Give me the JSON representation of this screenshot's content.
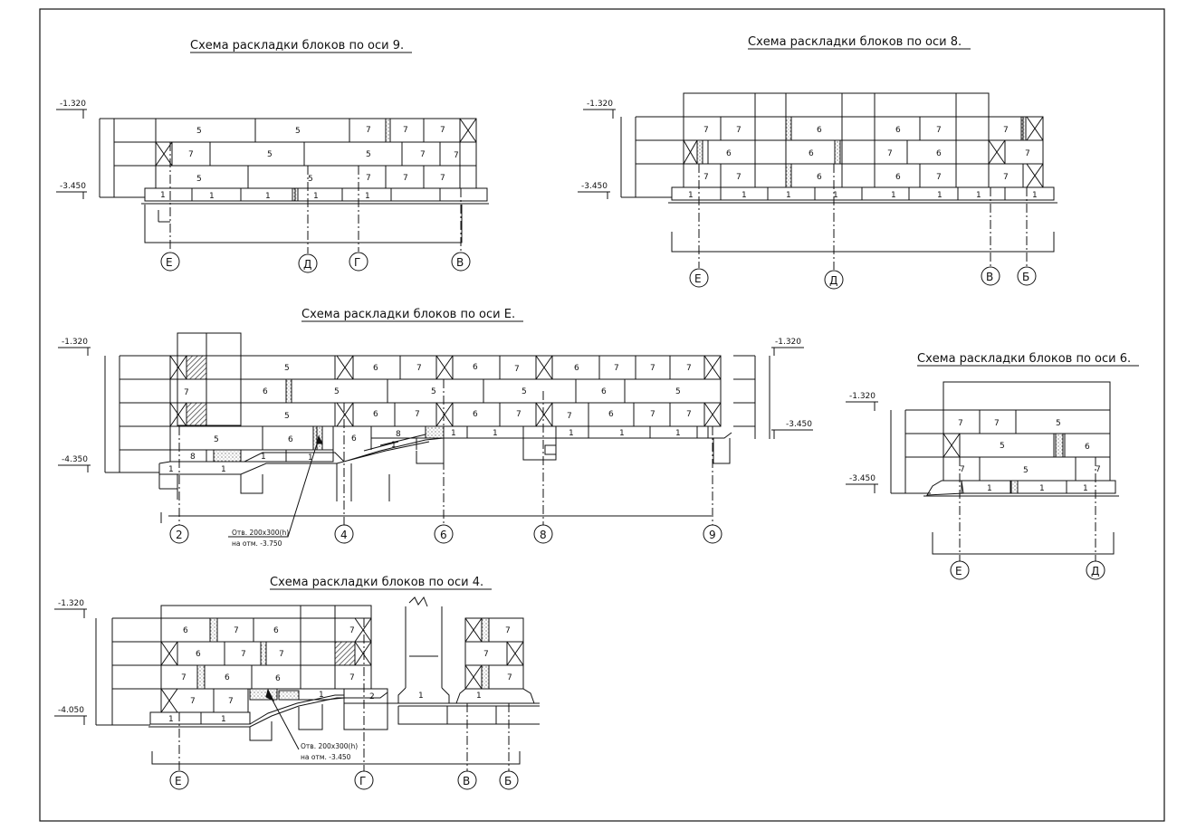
{
  "diagrams": [
    {
      "id": "axis-9",
      "title": "Схема раскладки блоков по оси 9.",
      "levels": [
        "-1.320",
        "-3.450"
      ],
      "axes": [
        "Е",
        "Д",
        "Г",
        "В"
      ]
    },
    {
      "id": "axis-8",
      "title": "Схема раскладки блоков по оси 8.",
      "levels": [
        "-1.320",
        "-3.450"
      ],
      "axes": [
        "Е",
        "Д",
        "В",
        "Б"
      ]
    },
    {
      "id": "axis-E",
      "title": "Схема раскладки блоков по оси Е.",
      "levels": [
        "-1.320",
        "-4.350",
        "-1.320",
        "-3.450"
      ],
      "axes": [
        "2",
        "4",
        "6",
        "8",
        "9"
      ],
      "note": [
        "Отв. 200х300(h)",
        "на отм. -3.750"
      ]
    },
    {
      "id": "axis-6",
      "title": "Схема раскладки блоков по оси 6.",
      "levels": [
        "-1.320",
        "-3.450"
      ],
      "axes": [
        "Е",
        "Д"
      ]
    },
    {
      "id": "axis-4",
      "title": "Схема раскладки блоков по оси 4.",
      "levels": [
        "-1.320",
        "-4.050"
      ],
      "axes": [
        "Е",
        "Г",
        "В",
        "Б"
      ],
      "note": [
        "Отв. 200х300(h)",
        "на отм. -3.450"
      ]
    }
  ],
  "block_labels": [
    "1",
    "2",
    "5",
    "6",
    "7",
    "8"
  ],
  "colors": {
    "line": "#111111",
    "background": "#ffffff",
    "hatch": "#555555"
  }
}
